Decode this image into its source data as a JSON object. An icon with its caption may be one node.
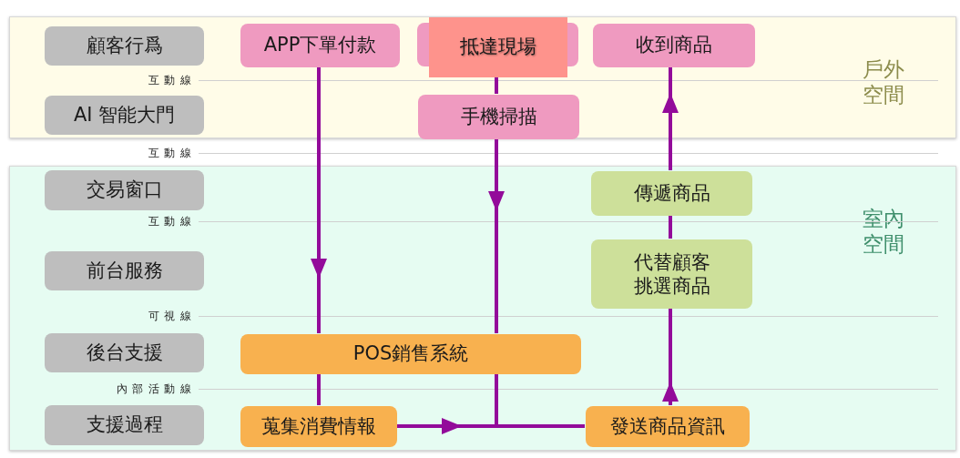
{
  "diagram": {
    "nodes": [
      {
        "text": [
          "戶外空間"
        ]
      },
      {
        "text": [
          "顧客行爲"
        ],
        "in": 0
      },
      {
        "text": [
          "APP下單付款"
        ],
        "in": 0
      },
      {
        "text": [
          "抵達現場"
        ],
        "in": 0
      },
      {
        "text": [
          "收到商品"
        ],
        "in": 0
      },
      {
        "text": [
          "AI 智能大門"
        ],
        "in": 0
      },
      {
        "text": [
          "手機掃描"
        ],
        "in": 0
      },
      {
        "text": [
          "室內空間"
        ]
      },
      {
        "text": [
          "交易窗口"
        ],
        "in": 7
      },
      {
        "text": [
          "傳遞商品"
        ],
        "in": 7
      },
      {
        "text": [
          "前台服務"
        ],
        "in": 7
      },
      {
        "text": [
          "代替顧客挑選商品"
        ],
        "in": 7
      },
      {
        "text": [
          "後台支援"
        ],
        "in": 7
      },
      {
        "text": [
          "POS銷售系統"
        ],
        "in": 7
      },
      {
        "text": [
          "支援過程"
        ],
        "in": 7
      },
      {
        "text": [
          "蒐集消費情報"
        ],
        "in": 7
      },
      {
        "text": [
          "發送商品資訊"
        ],
        "in": 7
      }
    ],
    "edges": [
      {
        "from": 2,
        "to": 13,
        "arrow": "to"
      },
      {
        "from": 13,
        "to": 15,
        "arrow": "none"
      },
      {
        "from": 3,
        "to": 6,
        "arrow": "none"
      },
      {
        "from": 6,
        "to": 13,
        "arrow": "to"
      },
      {
        "from": 13,
        "to": 16,
        "arrow": "none"
      },
      {
        "from": 15,
        "to": 16,
        "arrow": "to"
      },
      {
        "from": 16,
        "to": 11,
        "arrow": "to"
      },
      {
        "from": 11,
        "to": 9,
        "arrow": "none"
      },
      {
        "from": 9,
        "to": 4,
        "arrow": "to"
      }
    ],
    "labels": [
      "互動線",
      "互動線",
      "互動線",
      "可視線",
      "內部活動線"
    ]
  }
}
